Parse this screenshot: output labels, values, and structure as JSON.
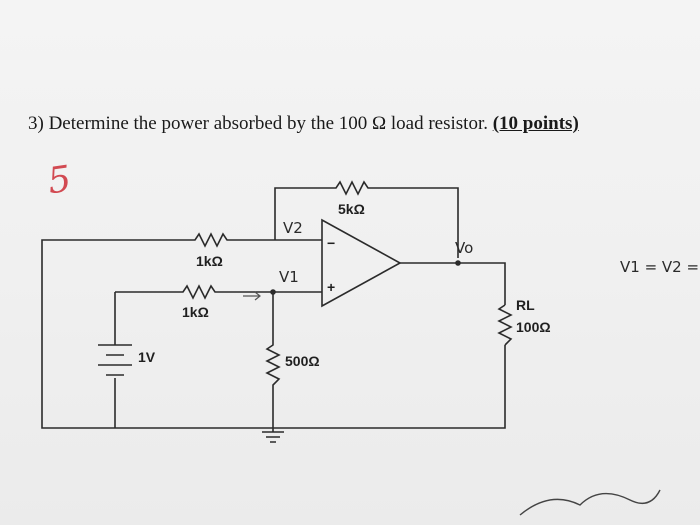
{
  "question": {
    "number": "3)",
    "text": "Determine the power absorbed by the 100 Ω load resistor.",
    "points": "(10 points)"
  },
  "grade_mark": "5",
  "circuit": {
    "r_feedback": "5kΩ",
    "r_input_top": "1kΩ",
    "r_input_bottom": "1kΩ",
    "r_ground": "500Ω",
    "r_load_name": "RL",
    "r_load_value": "100Ω",
    "source": "1V",
    "output_node": "Vo",
    "note_v2": "V2",
    "note_v1": "V1",
    "note_equation": "V1 = V2 ="
  }
}
